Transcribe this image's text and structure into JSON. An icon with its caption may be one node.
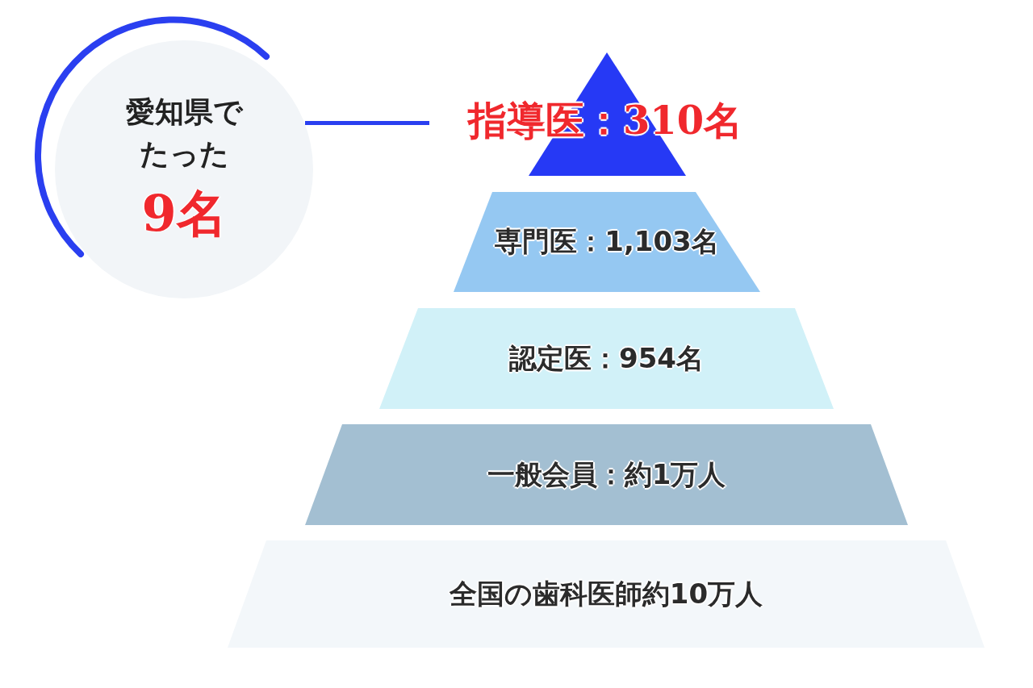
{
  "diagram": {
    "nodes": [
      {
        "text": [
          "愛知県でたった",
          "9名"
        ]
      },
      {
        "text": [
          "指導医：310名"
        ]
      },
      {
        "text": [
          "専門医：1,103名"
        ]
      },
      {
        "text": [
          "認定医：954名"
        ]
      },
      {
        "text": [
          "一般会員：約1万人"
        ]
      },
      {
        "text": [
          "全国の歯科医師約10万人"
        ]
      }
    ],
    "edges": [
      {
        "from": 0,
        "to": 1,
        "arrow": "none"
      }
    ]
  }
}
